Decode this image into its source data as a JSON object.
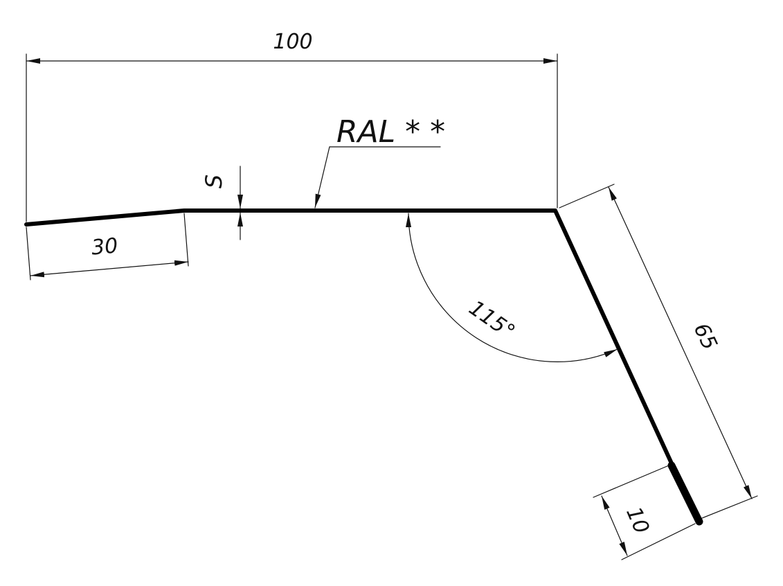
{
  "labels": {
    "width_100": "100",
    "coating": "RAL * *",
    "thickness": "S",
    "flange_30": "30",
    "angle": "115°",
    "leg_65": "65",
    "hem_10": "10"
  },
  "colors": {
    "ink": "#000000",
    "background": "#ffffff"
  }
}
